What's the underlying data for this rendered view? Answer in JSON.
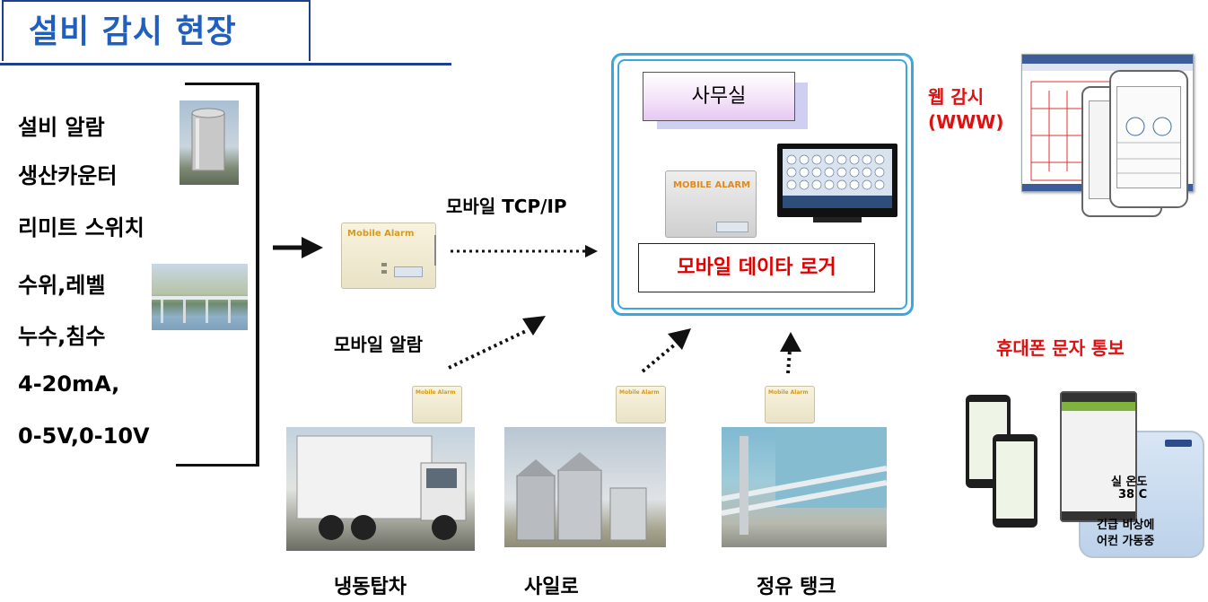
{
  "title": "설비 감시 현장",
  "signals": [
    "설비 알람",
    "생산카운터",
    "리미트 스위치",
    "수위,레벨",
    "누수,침수",
    "4-20mA,",
    "0-5V,0-10V"
  ],
  "labels": {
    "tcp": "모바일 TCP/IP",
    "mobile_alarm": "모바일 알람",
    "office": "사무실",
    "logger": "모바일 데이타 로거",
    "web_line1": "웹 감시",
    "web_line2": "(WWW)",
    "sms": "휴대폰 문자 통보",
    "truck": "냉동탑차",
    "silo": "사일로",
    "tank": "정유 탱크"
  },
  "device_brand": "Mobile Alarm",
  "logger_device_brand": "MOBILE ALARM",
  "sms_display": [
    "실 온도",
    "38 C",
    "긴급 비상에",
    "어컨 가동중"
  ],
  "colors": {
    "title_blue": "#1f5fbf",
    "frame_blue": "#39a7e0",
    "alert_red": "#e01010"
  }
}
